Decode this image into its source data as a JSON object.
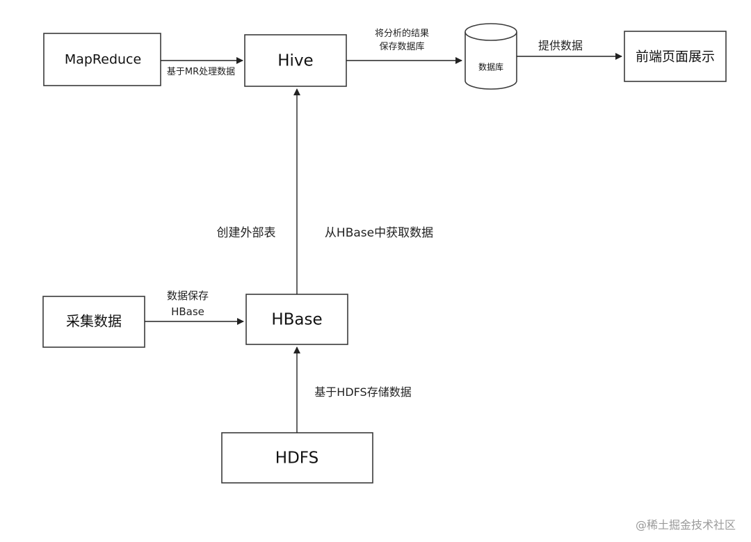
{
  "nodes": {
    "mapreduce": "MapReduce",
    "hive": "Hive",
    "database": "数据库",
    "frontend": "前端页面展示",
    "collect": "采集数据",
    "hbase": "HBase",
    "hdfs": "HDFS"
  },
  "edges": {
    "mr_to_hive": "基于MR处理数据",
    "hive_to_db_line1": "将分析的结果",
    "hive_to_db_line2": "保存数据库",
    "db_to_frontend": "提供数据",
    "collect_to_hbase_line1": "数据保存",
    "collect_to_hbase_line2": "HBase",
    "hbase_to_hive_left": "创建外部表",
    "hbase_to_hive_right": "从HBase中获取数据",
    "hdfs_to_hbase": "基于HDFS存储数据"
  },
  "watermark": "@稀土掘金技术社区",
  "colors": {
    "mapreduce_text": "#1f1f6e",
    "stroke": "#3a3a3a"
  }
}
